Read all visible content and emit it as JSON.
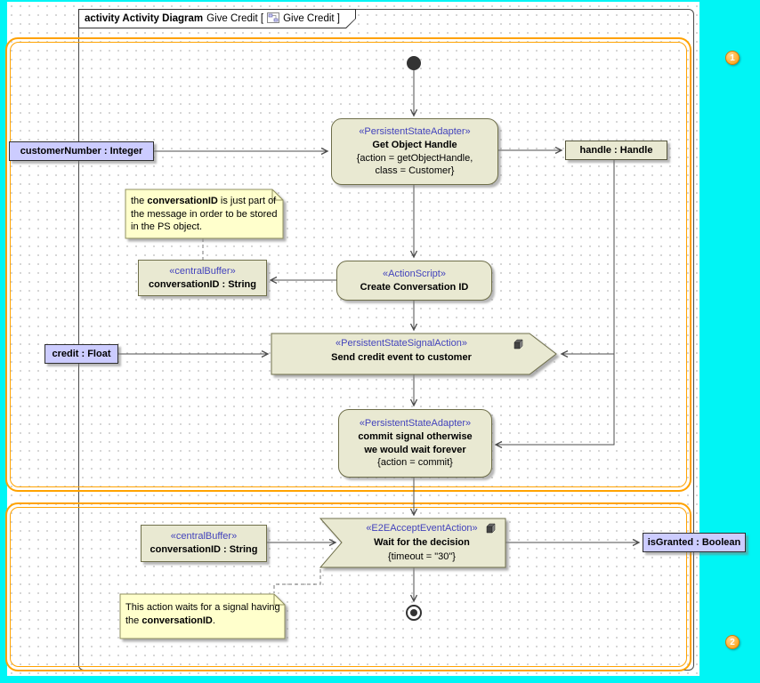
{
  "header": {
    "diagram_kind": "activity Activity Diagram",
    "diagram_title": "Give Credit [",
    "diagram_ref": "Give Credit ]"
  },
  "regions": [
    {
      "badge": "1"
    },
    {
      "badge": "2"
    }
  ],
  "nodes": {
    "customer_number": {
      "label": "customerNumber : Integer"
    },
    "handle": {
      "label": "handle : Handle"
    },
    "credit": {
      "label": "credit : Float"
    },
    "is_granted": {
      "label": "isGranted : Boolean"
    },
    "get_object_handle": {
      "stereotype": "«PersistentStateAdapter»",
      "name": "Get Object Handle",
      "prop_line1": "{action = getObjectHandle,",
      "prop_line2": "class = Customer}"
    },
    "central_buffer_top": {
      "stereotype": "«centralBuffer»",
      "name": "conversationID : String"
    },
    "central_buffer_bottom": {
      "stereotype": "«centralBuffer»",
      "name": "conversationID : String"
    },
    "create_conversation_id": {
      "stereotype": "«ActionScript»",
      "name": "Create Conversation ID"
    },
    "send_credit_event": {
      "stereotype": "«PersistentStateSignalAction»",
      "name": "Send credit event to customer"
    },
    "commit_signal": {
      "stereotype": "«PersistentStateAdapter»",
      "name_line1": "commit signal otherwise",
      "name_line2": "we would wait forever",
      "prop": "{action = commit}"
    },
    "wait_for_decision": {
      "stereotype": "«E2EAcceptEventAction»",
      "name": "Wait for the decision",
      "prop": "{timeout = \"30\"}"
    }
  },
  "notes": {
    "conversation_note": {
      "before": "the ",
      "bold": "conversationID",
      "after": " is just part of the message in order to be stored in the PS object."
    },
    "wait_note": {
      "before": "This action waits for a signal having the ",
      "bold": "conversationID",
      "after": "."
    }
  },
  "edges": [
    {
      "from": "initial",
      "to": "get_object_handle"
    },
    {
      "from": "customer_number",
      "to": "get_object_handle"
    },
    {
      "from": "get_object_handle",
      "to": "handle"
    },
    {
      "from": "get_object_handle",
      "to": "create_conversation_id"
    },
    {
      "from": "create_conversation_id",
      "to": "central_buffer_top"
    },
    {
      "from": "create_conversation_id",
      "to": "send_credit_event"
    },
    {
      "from": "credit",
      "to": "send_credit_event"
    },
    {
      "from": "handle",
      "to": "send_credit_event"
    },
    {
      "from": "handle",
      "to": "commit_signal"
    },
    {
      "from": "send_credit_event",
      "to": "commit_signal"
    },
    {
      "from": "commit_signal",
      "to": "wait_for_decision"
    },
    {
      "from": "central_buffer_bottom",
      "to": "wait_for_decision"
    },
    {
      "from": "wait_for_decision",
      "to": "is_granted"
    },
    {
      "from": "wait_for_decision",
      "to": "final"
    }
  ],
  "colors": {
    "app_background": "#00F5F5",
    "region_highlight": "#FFA200",
    "node_fill": "#E9E9D2",
    "object_fill": "#CCCCFF",
    "note_fill": "#FFFFCC",
    "stereotype_text": "#4343BC"
  }
}
